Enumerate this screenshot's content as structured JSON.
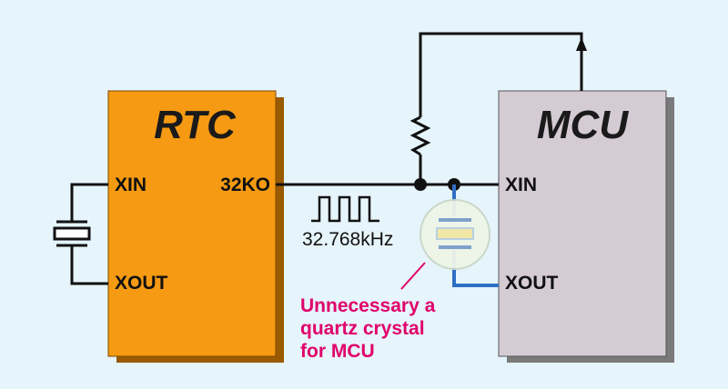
{
  "rtc": {
    "title": "RTC",
    "pins": {
      "xin": "XIN",
      "xout": "XOUT",
      "out": "32KO"
    },
    "fill": "#f59a12"
  },
  "mcu": {
    "title": "MCU",
    "pins": {
      "xin": "XIN",
      "xout": "XOUT"
    },
    "fill": "#d4cbd3"
  },
  "signal": {
    "frequency": "32.768kHz"
  },
  "note": {
    "lines": [
      "Unnecessary a",
      "quartz crystal",
      "for MCU"
    ],
    "color": "#e0006a"
  },
  "colors": {
    "background": "#e6f4fb",
    "wire": "#111111",
    "unused_wire": "#2f6fc4"
  }
}
